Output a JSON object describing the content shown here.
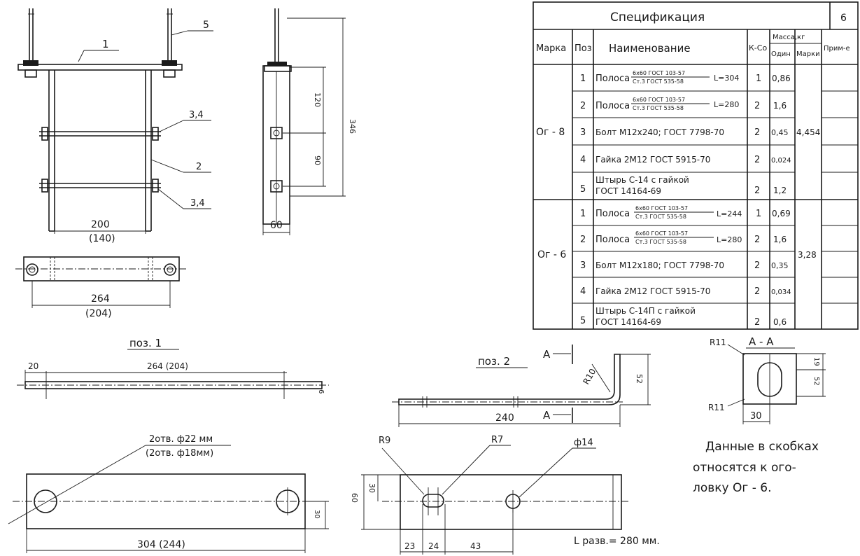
{
  "spec": {
    "title": "Спецификация",
    "sheet_no": "6",
    "headers": {
      "mark": "Марка",
      "pos": "Поз",
      "name": "Наименование",
      "qty": "К-Со",
      "mass_group": "Масса,кг",
      "mass_unit": "Один",
      "mass_mark": "Марки",
      "note": "Прим-е"
    },
    "groups": [
      {
        "mark": "Ог - 8",
        "mass_mark": "4,454",
        "rows": [
          {
            "pos": "1",
            "name": "Полоса",
            "frac_top": "6x60 ГОСТ 103-57",
            "frac_bottom": "Ст.3 ГОСТ 535-58",
            "len": "L=304",
            "qty": "1",
            "mass": "0,86"
          },
          {
            "pos": "2",
            "name": "Полоса",
            "frac_top": "6x60 ГОСТ 103-57",
            "frac_bottom": "Ст.3 ГОСТ 535-58",
            "len": "L=280",
            "qty": "2",
            "mass": "1,6"
          },
          {
            "pos": "3",
            "name": "Болт М12х240; ГОСТ 7798-70",
            "qty": "2",
            "mass": "0,45"
          },
          {
            "pos": "4",
            "name": "Гайка 2М12 ГОСТ 5915-70",
            "qty": "2",
            "mass": "0,024"
          },
          {
            "pos": "5",
            "name": "Штырь С-14 с гайкой",
            "name2": "ГОСТ 14164-69",
            "qty": "2",
            "mass": "1,2"
          }
        ]
      },
      {
        "mark": "Ог - 6",
        "mass_mark": "3,28",
        "rows": [
          {
            "pos": "1",
            "name": "Полоса",
            "frac_top": "6x60 ГОСТ 103-57",
            "frac_bottom": "Ст.3 ГОСТ 535-58",
            "len": "L=244",
            "qty": "1",
            "mass": "0,69"
          },
          {
            "pos": "2",
            "name": "Полоса",
            "frac_top": "6x60 ГОСТ 103-57",
            "frac_bottom": "Ст.3 ГОСТ 535-58",
            "len": "L=280",
            "qty": "2",
            "mass": "1,6"
          },
          {
            "pos": "3",
            "name": "Болт М12х180; ГОСТ 7798-70",
            "qty": "2",
            "mass": "0,35"
          },
          {
            "pos": "4",
            "name": "Гайка 2М12 ГОСТ 5915-70",
            "qty": "2",
            "mass": "0,034"
          },
          {
            "pos": "5",
            "name": "Штырь С-14П с гайкой",
            "name2": "ГОСТ 14164-69",
            "qty": "2",
            "mass": "0,6"
          }
        ]
      }
    ]
  },
  "front_view": {
    "callout_1": "1",
    "callout_5": "5",
    "callout_34_top": "3,4",
    "callout_2": "2",
    "callout_34_bottom": "3,4",
    "width_main": "200",
    "width_alt": "(140)"
  },
  "side_view": {
    "dim_overall": "346",
    "dim_upper": "120",
    "dim_lower": "90",
    "dim_width": "60"
  },
  "plan_view": {
    "length_main": "264",
    "length_alt": "(204)"
  },
  "pos1": {
    "title": "поз. 1",
    "dim_offset": "20",
    "dim_length": "264 (204)",
    "dim_thickness": "6",
    "hole_note_main": "2отв. ф22 мм",
    "hole_note_alt": "(2отв. ф18мм)",
    "dim_half_width": "30",
    "dim_length_full": "304 (244)"
  },
  "pos2": {
    "title": "поз. 2",
    "section_mark": "А",
    "dim_radius": "R10",
    "dim_height": "52",
    "dim_length": "240",
    "r9": "R9",
    "r7": "R7",
    "hole_dia": "ф14",
    "dim_width": "60",
    "dim_half": "30",
    "dim_a": "23",
    "dim_b": "24",
    "dim_c": "43",
    "developed_length": "L разв.= 280 мм."
  },
  "section": {
    "title": "А - А",
    "r11_top": "R11",
    "r11_bottom": "R11",
    "dim_top": "19",
    "dim_slot": "52",
    "dim_width": "30"
  },
  "note": {
    "line1": "Данные в скобках",
    "line2": "относятся к ого-",
    "line3": "ловку Ог - 6."
  }
}
